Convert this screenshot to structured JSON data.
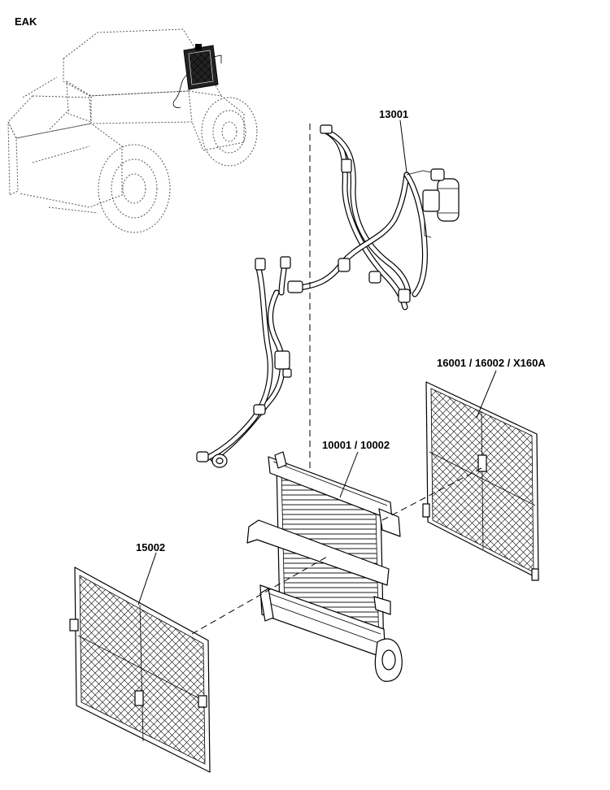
{
  "diagram": {
    "view_code": "EAK",
    "callouts": {
      "hoses": "13001",
      "condenser": "10001 / 10002",
      "right_grille": "16001 / 16002 / X160A",
      "left_grille": "15002"
    }
  }
}
